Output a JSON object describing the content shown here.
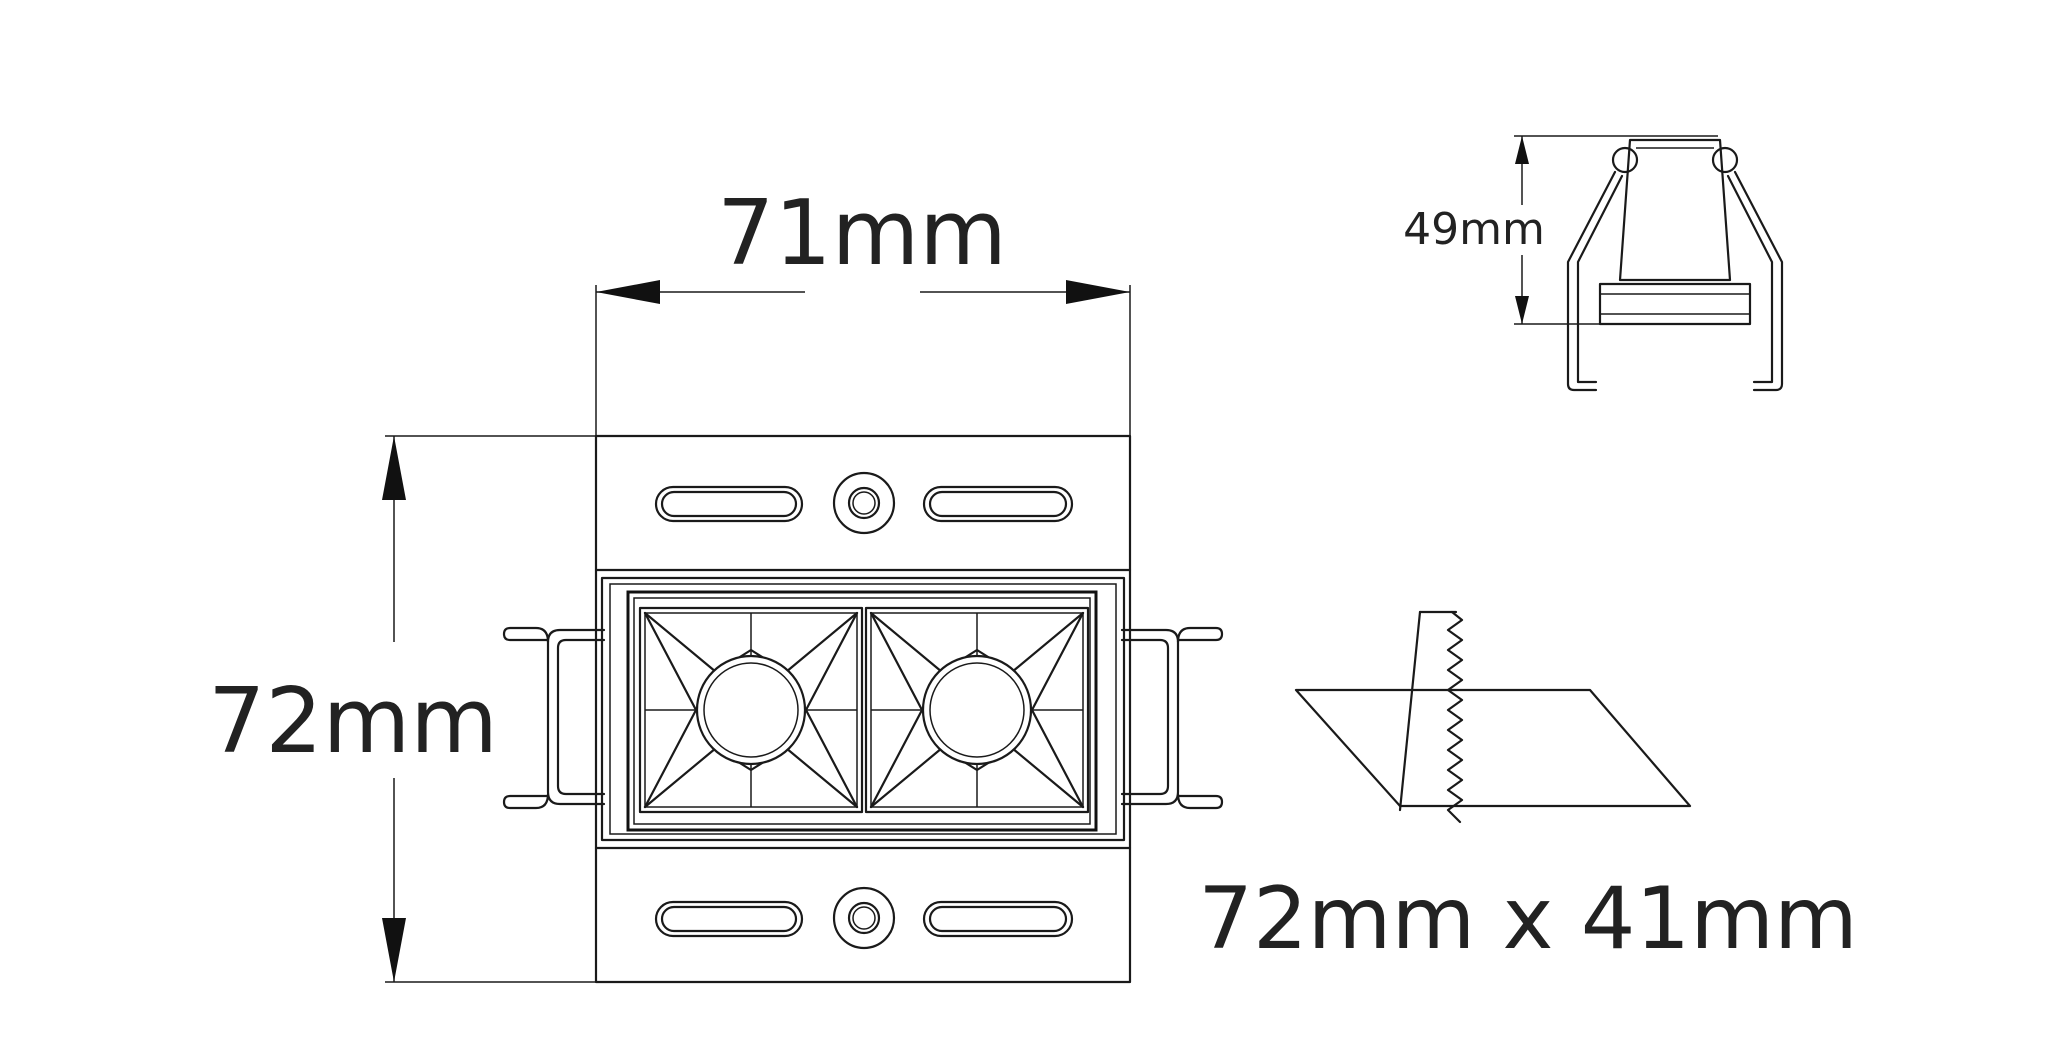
{
  "dimensions": {
    "width_label": "71mm",
    "height_label": "72mm",
    "depth_label": "49mm",
    "cutout_label": "72mm x 41mm"
  },
  "colors": {
    "line": "#1a1a1a",
    "background": "#ffffff"
  }
}
